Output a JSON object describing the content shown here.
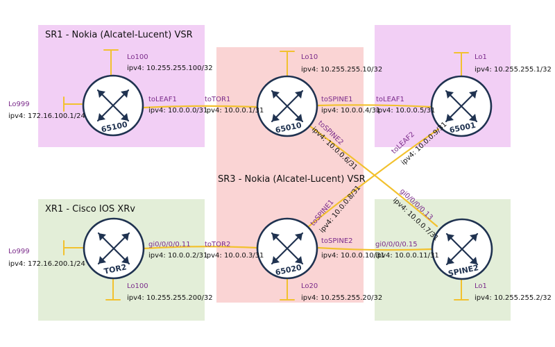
{
  "regions": {
    "sr1": "SR1 - Nokia (Alcatel-Lucent) VSR",
    "sr3": "SR3 - Nokia (Alcatel-Lucent) VSR",
    "xr1": "XR1 - Cisco IOS XRv"
  },
  "routers": {
    "r65100": {
      "name": "65100",
      "lo100_if": "Lo100",
      "lo100_ip": "ipv4: 10.255.255.100/32",
      "lo999_if": "Lo999",
      "lo999_ip": "ipv4: 172.16.100.1/24",
      "toleaf1_if": "toLEAF1",
      "toleaf1_ip": "ipv4: 10.0.0.0/31"
    },
    "r65010": {
      "name": "65010",
      "lo10_if": "Lo10",
      "lo10_ip": "ipv4: 10.255.255.10/32",
      "totor1_if": "toTOR1",
      "totor1_ip": "ipv4: 10.0.0.1/31",
      "tospine1_if": "toSPINE1",
      "tospine1_ip": "ipv4: 10.0.0.4/31",
      "tospine2_if": "toSPINE2",
      "tospine2_ip": "ipv4: 10.0.0.6/31"
    },
    "r65001": {
      "name": "65001",
      "lo1_if": "Lo1",
      "lo1_ip": "ipv4: 10.255.255.1/32",
      "toleaf1_if": "toLEAF1",
      "toleaf1_ip": "ipv4: 10.0.0.5/31",
      "toleaf2_if": "toLEAF2",
      "toleaf2_ip": "ipv4: 10.0.0.9/31"
    },
    "tor2": {
      "name": "TOR2",
      "lo999_if": "Lo999",
      "lo999_ip": "ipv4: 172.16.200.1/24",
      "gi_if": "gi0/0/0/0.11",
      "gi_ip": "ipv4: 10.0.0.2/31",
      "lo100_if": "Lo100",
      "lo100_ip": "ipv4: 10.255.255.200/32"
    },
    "r65020": {
      "name": "65020",
      "totor2_if": "toTOR2",
      "totor2_ip": "ipv4: 10.0.0.3/31",
      "tospine1_if": "toSPINE1",
      "tospine1_ip": "ipv4: 10.0.0.8/31",
      "tospine2_if": "toSPINE2",
      "tospine2_ip": "ipv4: 10.0.0.10/31",
      "lo20_if": "Lo20",
      "lo20_ip": "ipv4: 10.255.255.20/32"
    },
    "spine2": {
      "name": "SPINE2",
      "gi15_if": "gi0/0/0/0.15",
      "gi15_ip": "ipv4: 10.0.0.11/31",
      "gi13_if": "gi0/0/0/0.13",
      "gi13_ip": "ipv4: 10.0.0.7/31",
      "lo1_if": "Lo1",
      "lo1_ip": "ipv4: 10.255.255.2/32"
    }
  },
  "colors": {
    "sr1_region": "#f2cff5",
    "sr3_region": "#fad4d4",
    "xr1_region": "#e3eed8",
    "link": "#f2c12e",
    "router_stroke": "#1f3250",
    "iface_label": "#7a2a8a"
  }
}
